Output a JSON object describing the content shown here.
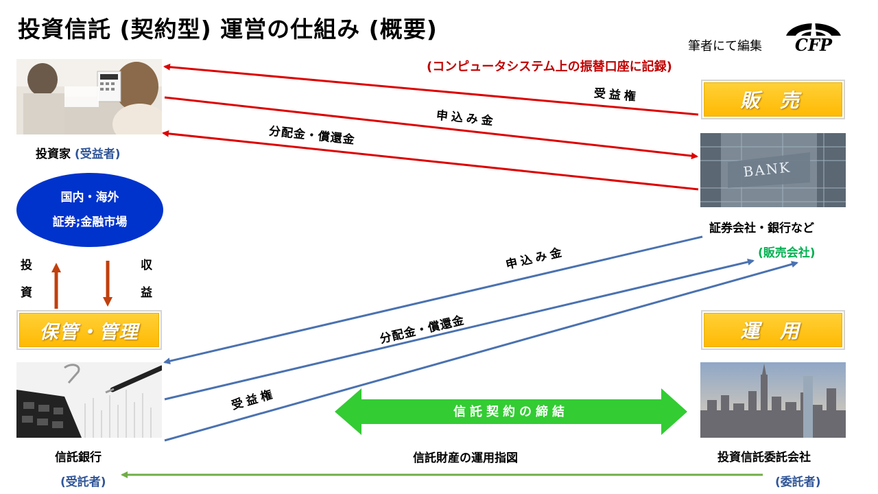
{
  "title": "投資信託 (契約型) 運営の仕組み (概要)",
  "author_note": "筆者にて編集",
  "logo_text": "CFP",
  "top_note": "(コンピュータシステム上の振替口座に記録)",
  "boxes": {
    "hanbai": "販 売",
    "unyo": "運 用",
    "hokan": "保管・管理"
  },
  "entities": {
    "investor": "投資家",
    "investor_role": "(受益者)",
    "seller": "証券会社・銀行など",
    "seller_role": "(販売会社)",
    "trust_bank": "信託銀行",
    "trust_bank_role": "(受託者)",
    "manager": "投資信託委託会社",
    "manager_role": "(委託者)"
  },
  "market": {
    "line1": "国内・海外",
    "line2": "証券;金融市場"
  },
  "vertical_labels": {
    "invest_1": "投",
    "invest_2": "資",
    "return_1": "収",
    "return_2": "益"
  },
  "arrows_top": {
    "beneficial_right": "受益権",
    "subscription": "申込み金",
    "distribution": "分配金・償還金"
  },
  "arrows_mid": {
    "subscription": "申込み金",
    "distribution": "分配金・償還金",
    "beneficial_right": "受益権"
  },
  "contract": "信託契約の締結",
  "instruction": "信託財産の運用指図",
  "photo_texts": {
    "bank_sign": "BANK"
  },
  "colors": {
    "red_arrow": "#dd0000",
    "blue_arrow": "#4a72b0",
    "green_arrow": "#70ad47",
    "market_blue": "#0033cc",
    "gold": "#ffc000",
    "role_blue": "#2f5597",
    "role_green": "#00b050",
    "note_red": "#c00000"
  }
}
